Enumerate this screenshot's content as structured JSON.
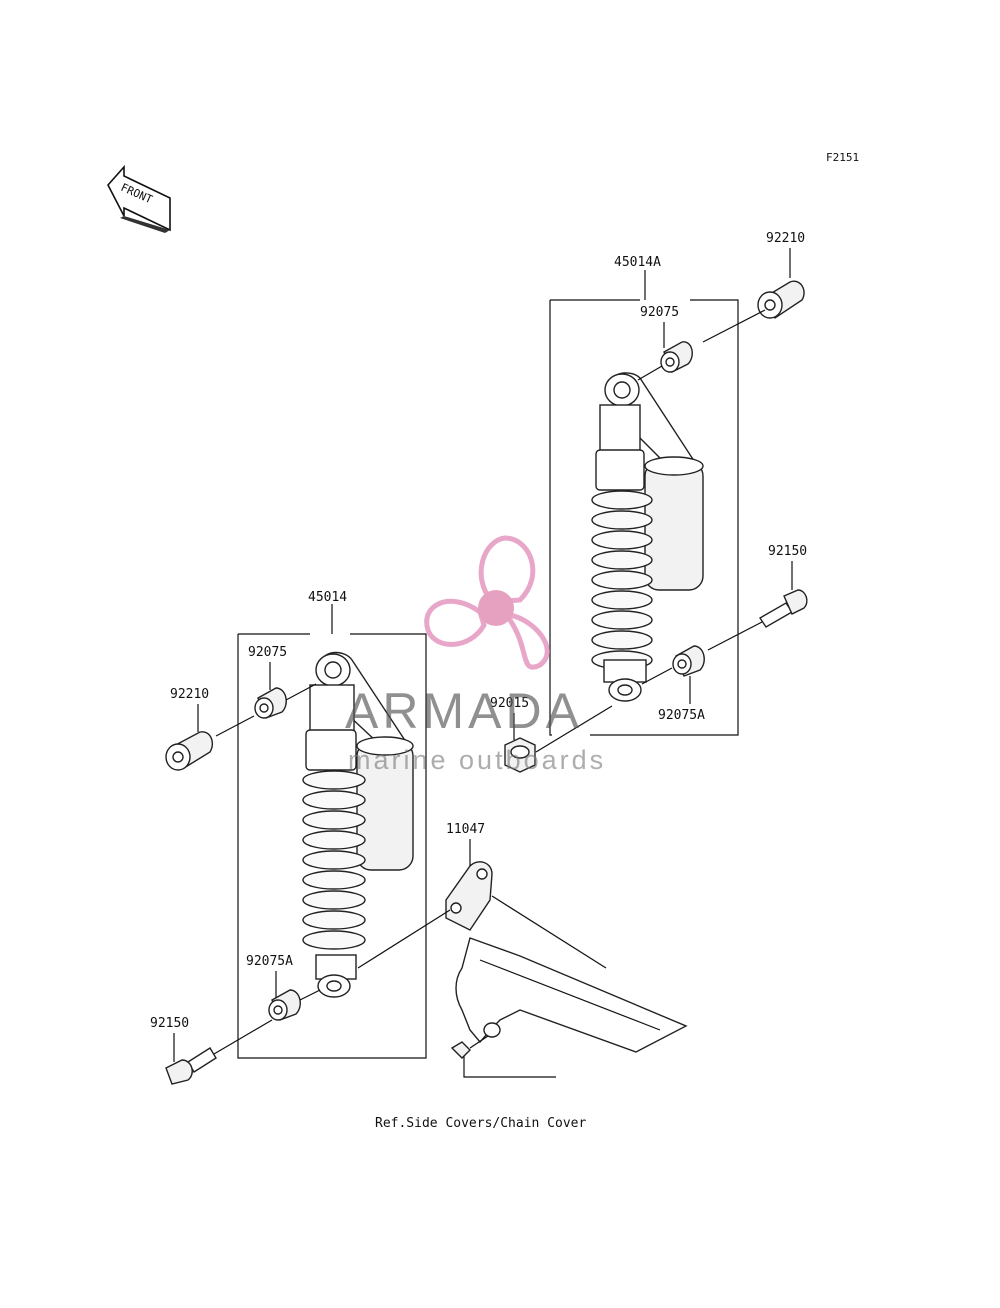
{
  "figure_code": "F2151",
  "front_arrow_label": "FRONT",
  "parts": {
    "p45014A": "45014A",
    "p45014": "45014",
    "p92210_top": "92210",
    "p92075_top": "92075",
    "p92150_right": "92150",
    "p92015": "92015",
    "p92075A_right": "92075A",
    "p92075_left": "92075",
    "p92210_left": "92210",
    "p11047": "11047",
    "p92075A_left": "92075A",
    "p92150_left": "92150"
  },
  "reference_note": "Ref.Side Covers/Chain Cover",
  "watermark": {
    "title": "ARMADA",
    "subtitle": "marine outboards",
    "logo_color": "#e8a6c8",
    "logo_center_color": "#e6a0c0"
  }
}
